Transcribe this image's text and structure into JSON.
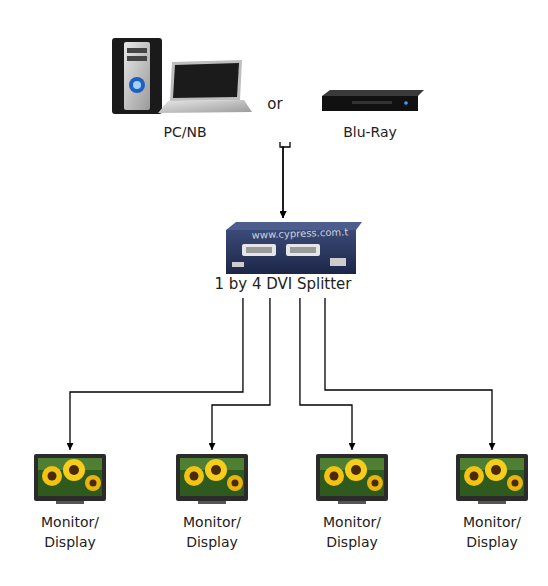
{
  "diagram": {
    "nodes": [
      {
        "text": [
          "PC/NB"
        ]
      },
      {
        "text": [
          "Blu-Ray"
        ]
      },
      {
        "text": [
          "1 by 4 DVI Splitter"
        ]
      },
      {
        "text": [
          "Monitor/ Display"
        ]
      },
      {
        "text": [
          "Monitor/ Display"
        ]
      },
      {
        "text": [
          "Monitor/ Display"
        ]
      },
      {
        "text": [
          "Monitor/ Display"
        ]
      }
    ],
    "edges": [
      {
        "from": 0,
        "to": 2,
        "arrow": "to"
      },
      {
        "from": 1,
        "to": 2,
        "arrow": "to"
      },
      {
        "from": 2,
        "to": 3,
        "arrow": "to"
      },
      {
        "from": 2,
        "to": 4,
        "arrow": "to"
      },
      {
        "from": 2,
        "to": 5,
        "arrow": "to"
      },
      {
        "from": 2,
        "to": 6,
        "arrow": "to"
      }
    ],
    "labels": [
      "or",
      "www.cypress.com.t"
    ]
  }
}
